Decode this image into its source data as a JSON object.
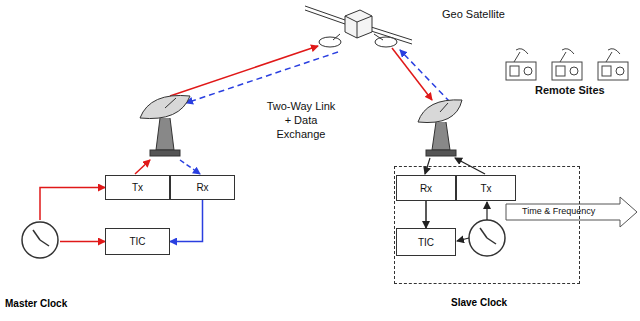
{
  "diagram": {
    "nodes": [
      {
        "text": [
          "Tx"
        ]
      },
      {
        "text": [
          "Rx"
        ]
      },
      {
        "text": [
          "TIC"
        ]
      },
      {
        "text": [
          "Master Clock"
        ]
      },
      {
        "text": [
          "Slave Clock"
        ]
      },
      {
        "text": [
          "Rx"
        ],
        "in": 4
      },
      {
        "text": [
          "Tx"
        ],
        "in": 4
      },
      {
        "text": [
          "TIC"
        ],
        "in": 4
      }
    ],
    "edges": [
      {
        "from": 3,
        "to": 0,
        "arrow": "to"
      },
      {
        "from": 3,
        "to": 2,
        "arrow": "to"
      },
      {
        "from": 1,
        "to": 2,
        "arrow": "to"
      },
      {
        "from": 5,
        "to": 7,
        "arrow": "to"
      }
    ],
    "labels": [
      "Geo Satellite",
      "Two-Way Link + Data Exchange",
      "Remote Sites",
      "Time & Frequency"
    ]
  }
}
